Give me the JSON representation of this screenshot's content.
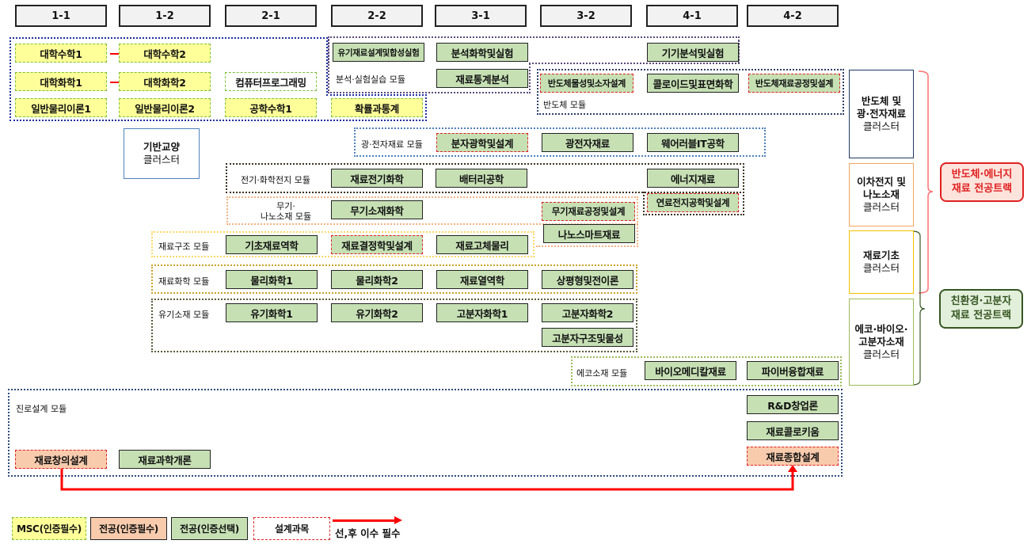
{
  "semesters": [
    "1-1",
    "1-2",
    "2-1",
    "2-2",
    "3-1",
    "3-2",
    "4-1",
    "4-2"
  ],
  "courses": {
    "math1": "대학수학1",
    "math2": "대학수학2",
    "chem1": "대학화학1",
    "chem2": "대학화학2",
    "programming": "컴퓨터프로그래밍",
    "phys1": "일반물리이론1",
    "phys2": "일반물리이론2",
    "engmath1": "공학수학1",
    "probstat": "확률과통계",
    "organic_lab": "유기재료설계및합성실험",
    "analytic_lab": "분석화학및실험",
    "instrument_lab": "기기분석및실험",
    "stat_analysis": "재료통계분석",
    "semi_device": "반도체물성및소자설계",
    "colloid": "콜로이드및표면화학",
    "semi_process": "반도체재료공정및설계",
    "mol_optics": "분자광학및설계",
    "optoelec": "광전자재료",
    "wearable": "웨어러블IT공학",
    "electrochem": "재료전기화학",
    "battery": "배터리공학",
    "energy": "에너지재료",
    "fuelcell": "연료전지공학및설계",
    "inorganic": "무기소재화학",
    "inorganic_process": "무기재료공정및설계",
    "nanosmart": "나노스마트재료",
    "mechanics": "기초재료역학",
    "crystal": "재료결정학및설계",
    "solid_phys": "재료고체물리",
    "pchem1": "물리화학1",
    "pchem2": "물리화학2",
    "thermo": "재료열역학",
    "phase": "상평형및전이론",
    "ochem1": "유기화학1",
    "ochem2": "유기화학2",
    "polychem1": "고분자화학1",
    "polychem2": "고분자화학2",
    "polystruct": "고분자구조및물성",
    "biomed": "바이오메디칼재료",
    "fiber": "파이버융합재료",
    "rnd": "R&D창업론",
    "colloquium": "재료콜로키움",
    "capstone": "재료종합설계",
    "creative": "재료창의설계",
    "intro": "재료과학개론"
  },
  "modules": {
    "analysis": "분석·실험실습 모듈",
    "semiconductor": "반도체 모듈",
    "optoelectronic": "광·전자재료 모듈",
    "electrochemical": "전기·화학전지 모듈",
    "inorganic_line1": "무기·",
    "inorganic_line2": "나노소재 모듈",
    "structure": "재료구조 모듈",
    "chemistry": "재료화학 모듈",
    "organic": "유기소재 모듈",
    "eco": "에코소재 모듈",
    "career": "진로설계 모듈"
  },
  "clusters": {
    "basic": {
      "line1": "기반교양",
      "line2": "클러스터"
    },
    "semi": {
      "line1": "반도체 및",
      "line2": "광·전자재료",
      "line3": "클러스터"
    },
    "battery": {
      "line1": "이차전지 및",
      "line2": "나노소재",
      "line3": "클러스터"
    },
    "foundation": {
      "line1": "재료기초",
      "line2": "클러스터"
    },
    "eco": {
      "line1": "에코·바이오·",
      "line2": "고분자소재",
      "line3": "클러스터"
    }
  },
  "tracks": {
    "semi_energy": {
      "line1": "반도체·에너지",
      "line2": "재료 전공트랙",
      "color": "#e02020"
    },
    "eco_polymer": {
      "line1": "친환경·고분자",
      "line2": "재료 전공트랙",
      "color": "#375623"
    }
  },
  "legend": {
    "msc": "MSC(인증필수)",
    "major_required": "전공(인증필수)",
    "major_elective": "전공(인증선택)",
    "design": "설계과목",
    "prereq": "선,후 이수 필수"
  },
  "colors": {
    "msc_fill": "#ffff99",
    "required_fill": "#f8cbad",
    "elective_fill": "#c6e0b4",
    "design_border": "#e02020",
    "arrow": "#ff0000"
  }
}
